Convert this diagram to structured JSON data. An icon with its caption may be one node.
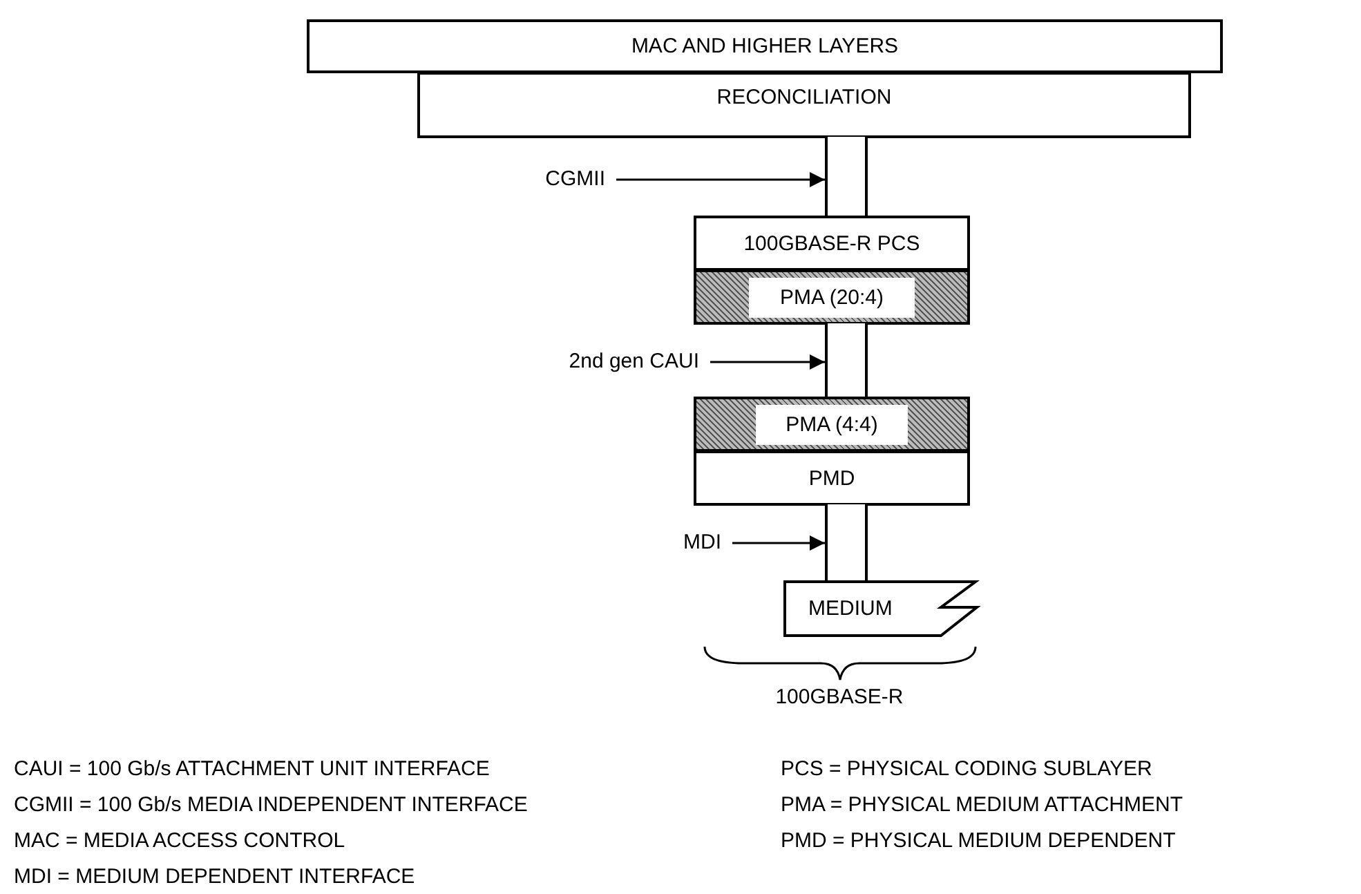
{
  "diagram": {
    "nodes": [
      {
        "text": [
          "MAC AND HIGHER LAYERS"
        ]
      },
      {
        "text": [
          "RECONCILIATION"
        ]
      },
      {
        "text": [],
        "shape": "bar"
      },
      {
        "text": [
          "100GBASE-R PCS"
        ]
      },
      {
        "text": [
          "PMA (20:4)"
        ]
      },
      {
        "text": [],
        "shape": "bar"
      },
      {
        "text": [
          "PMA (4:4)"
        ]
      },
      {
        "text": [
          "PMD"
        ]
      },
      {
        "text": [],
        "shape": "bar"
      },
      {
        "text": [
          "MEDIUM"
        ]
      },
      {
        "text": [
          "CGMII"
        ]
      },
      {
        "text": [
          "2nd gen CAUI"
        ]
      },
      {
        "text": [
          "MDI"
        ]
      }
    ],
    "edges": [
      {
        "from": 10,
        "to": 2,
        "arrow": "to"
      },
      {
        "from": 11,
        "to": 5,
        "arrow": "to"
      },
      {
        "from": 12,
        "to": 8,
        "arrow": "to"
      }
    ],
    "labels": [
      "100GBASE-R",
      "CAUI = 100 Gb/s ATTACHMENT UNIT INTERFACE",
      "PCS = PHYSICAL CODING SUBLAYER",
      "CGMII = 100 Gb/s MEDIA INDEPENDENT INTERFACE",
      "PMA = PHYSICAL MEDIUM ATTACHMENT",
      "MAC = MEDIA ACCESS CONTROL",
      "PMD = PHYSICAL MEDIUM DEPENDENT",
      "MDI = MEDIUM DEPENDENT INTERFACE"
    ]
  }
}
